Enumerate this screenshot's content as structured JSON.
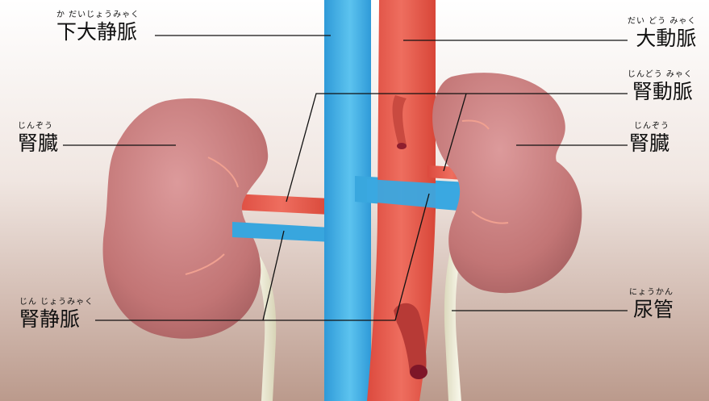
{
  "labels": {
    "ivc": {
      "text": "下大静脈",
      "ruby": "か だいじょうみゃく"
    },
    "aorta": {
      "text": "大動脈",
      "ruby": "だい どう みゃく"
    },
    "renal_artery": {
      "text": "腎動脈",
      "ruby": "じんどう みゃく"
    },
    "kidney_left": {
      "text": "腎臓",
      "ruby": "じんぞう"
    },
    "kidney_right": {
      "text": "腎臓",
      "ruby": "じんぞう"
    },
    "renal_vein": {
      "text": "腎静脈",
      "ruby": "じん じょうみゃく"
    },
    "ureter": {
      "text": "尿管",
      "ruby": "にょうかん"
    }
  },
  "colors": {
    "vein": "#3aa8e0",
    "artery": "#e8584a",
    "kidney": "#c97a7a",
    "ureter": "#ece9d2",
    "background_top": "#ffffff",
    "background_bottom": "#bf9f92"
  }
}
